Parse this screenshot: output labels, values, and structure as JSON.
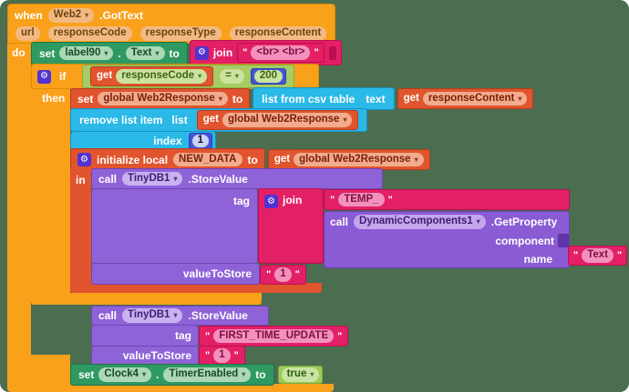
{
  "icons": {
    "mutator_gear": "⚙",
    "dropdown_arrow": "▾"
  },
  "quote": "\"",
  "colors": {
    "workspace_bg": "#4B6E50",
    "control_orange": "#F9A11B",
    "variables_red": "#E0542E",
    "lists_cyan": "#2BB9E8",
    "text_pink": "#E32065",
    "math_blue": "#4255D4",
    "component_purple": "#8F63D8",
    "setter_green": "#2E9960",
    "logic_green": "#A6CC62",
    "gear_bg": "#5232D0"
  },
  "when": {
    "kw": "when",
    "component": "Web2",
    "event": ".GotText",
    "params": [
      "url",
      "responseCode",
      "responseType",
      "responseContent"
    ],
    "do": "do"
  },
  "setLabel": {
    "set": "set",
    "component": "label90",
    "dot": ".",
    "prop": "Text",
    "to": "to",
    "join": "join",
    "value": "<br> <br>"
  },
  "ifBlock": {
    "if": "if",
    "then": "then",
    "get": "get",
    "var": "responseCode",
    "op": "=",
    "num": "200"
  },
  "setGlobal": {
    "set": "set",
    "var": "global Web2Response",
    "to": "to",
    "csv": "list from csv table",
    "text": "text",
    "get": "get",
    "content": "responseContent"
  },
  "removeItem": {
    "label": "remove list item",
    "list": "list",
    "get": "get",
    "var": "global Web2Response",
    "index": "index",
    "num": "1"
  },
  "initLocal": {
    "label": "initialize local",
    "name": "NEW_DATA",
    "to": "to",
    "get": "get",
    "var": "global Web2Response",
    "in": "in"
  },
  "tinydb1": {
    "call": "call",
    "component": "TinyDB1",
    "method": ".StoreValue",
    "tag": "tag",
    "join": "join",
    "tagValue1": "TEMP_",
    "valueToStore": "valueToStore",
    "value": "1"
  },
  "dynComp": {
    "call": "call",
    "component": "DynamicComponents1",
    "method": ".GetProperty",
    "component_arg": "component",
    "name_arg": "name",
    "name_value": "Text"
  },
  "tinydb2": {
    "call": "call",
    "component": "TinyDB1",
    "method": ".StoreValue",
    "tag": "tag",
    "tagValue": "FIRST_TIME_UPDATE",
    "valueToStore": "valueToStore",
    "value": "1"
  },
  "setClock": {
    "set": "set",
    "component": "Clock4",
    "dot": ".",
    "prop": "TimerEnabled",
    "to": "to",
    "value": "true"
  }
}
